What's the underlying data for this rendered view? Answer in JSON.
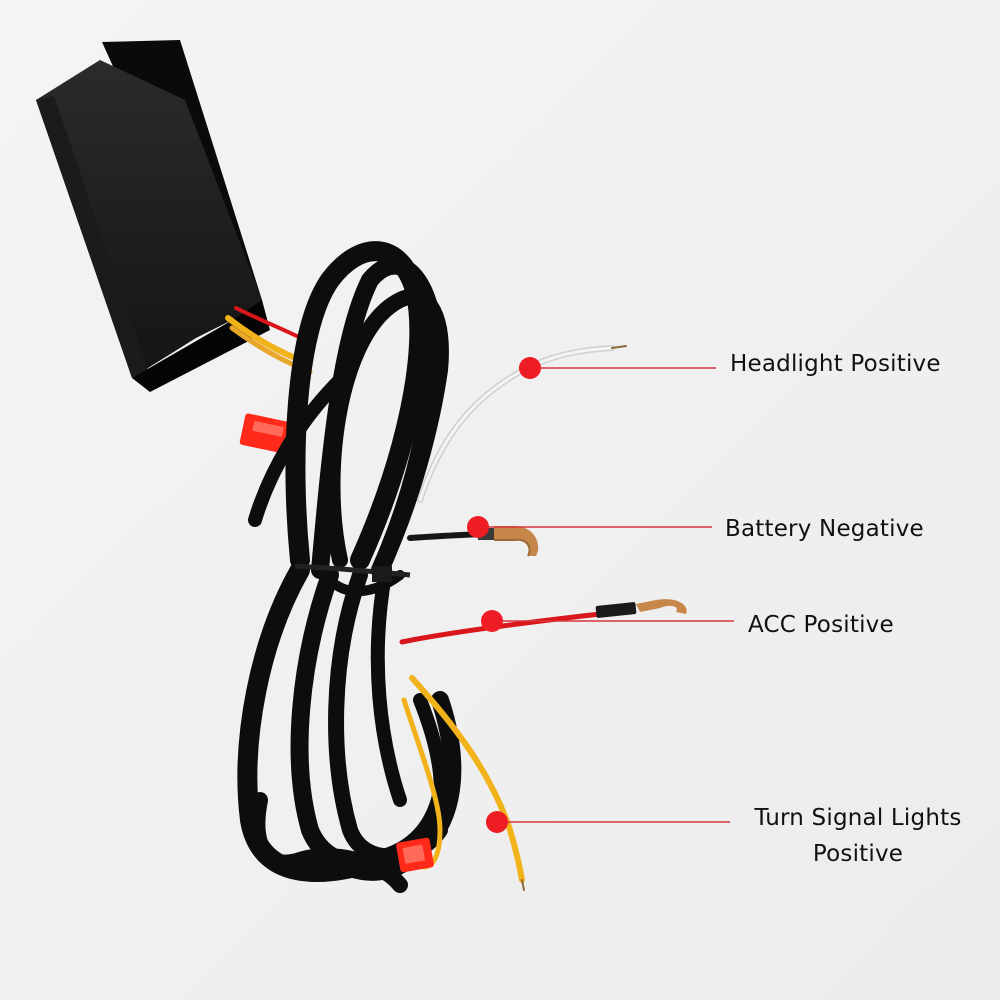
{
  "labels": {
    "headlight_positive": "Headlight Positive",
    "battery_negative": "Battery Negative",
    "acc_positive": "ACC Positive",
    "turn_signal_line1": "Turn Signal Lights",
    "turn_signal_line2": "Positive"
  },
  "colors": {
    "background": "#f1f1f1",
    "marker": "#ee1c25",
    "leader_line": "#d9353b",
    "cable": "#0d0d0d",
    "wire_white": "#e8e8e8",
    "wire_red": "#d8161c",
    "wire_yellow": "#f2b21a",
    "fuse": "#ff2a1a",
    "terminal": "#c8874a"
  }
}
